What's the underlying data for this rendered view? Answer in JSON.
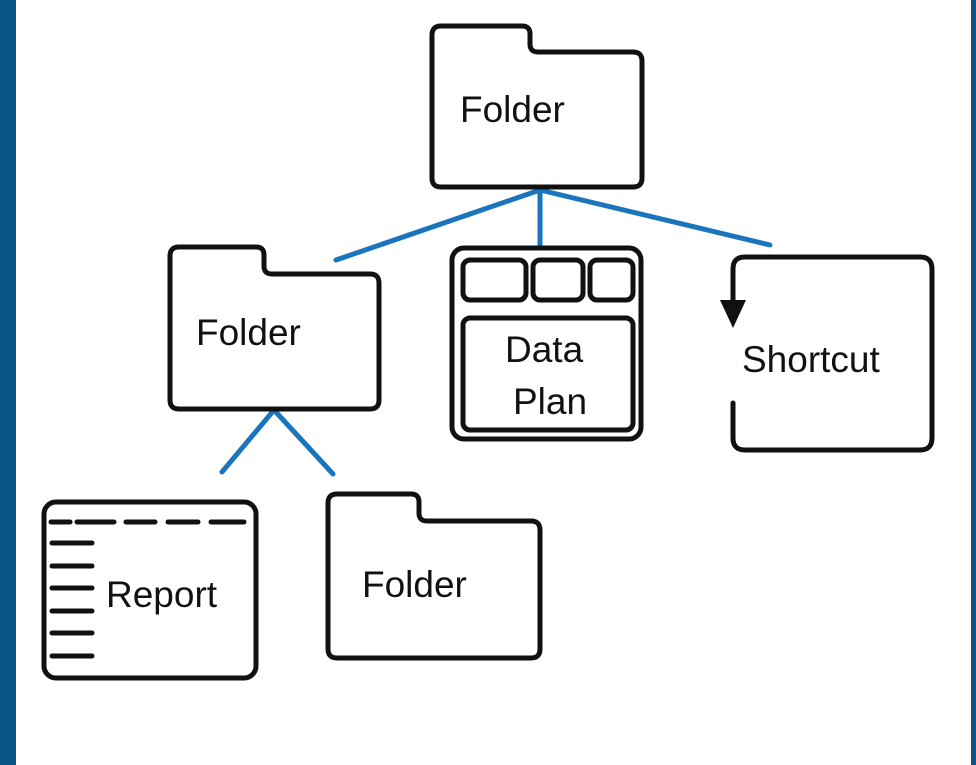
{
  "colors": {
    "border": "#0b5584",
    "canvas": "#ffffff",
    "outline": "#111111",
    "connector": "#1b75bc"
  },
  "nodes": {
    "root_folder": {
      "icon": "folder-icon",
      "label": "Folder"
    },
    "child_folder": {
      "icon": "folder-icon",
      "label": "Folder"
    },
    "data_plan": {
      "icon": "data-plan-icon",
      "label_line1": "Data",
      "label_line2": "Plan"
    },
    "shortcut": {
      "icon": "shortcut-arrow-icon",
      "label": "Shortcut"
    },
    "report": {
      "icon": "report-icon",
      "label": "Report"
    },
    "sub_folder": {
      "icon": "folder-icon",
      "label": "Folder"
    }
  }
}
